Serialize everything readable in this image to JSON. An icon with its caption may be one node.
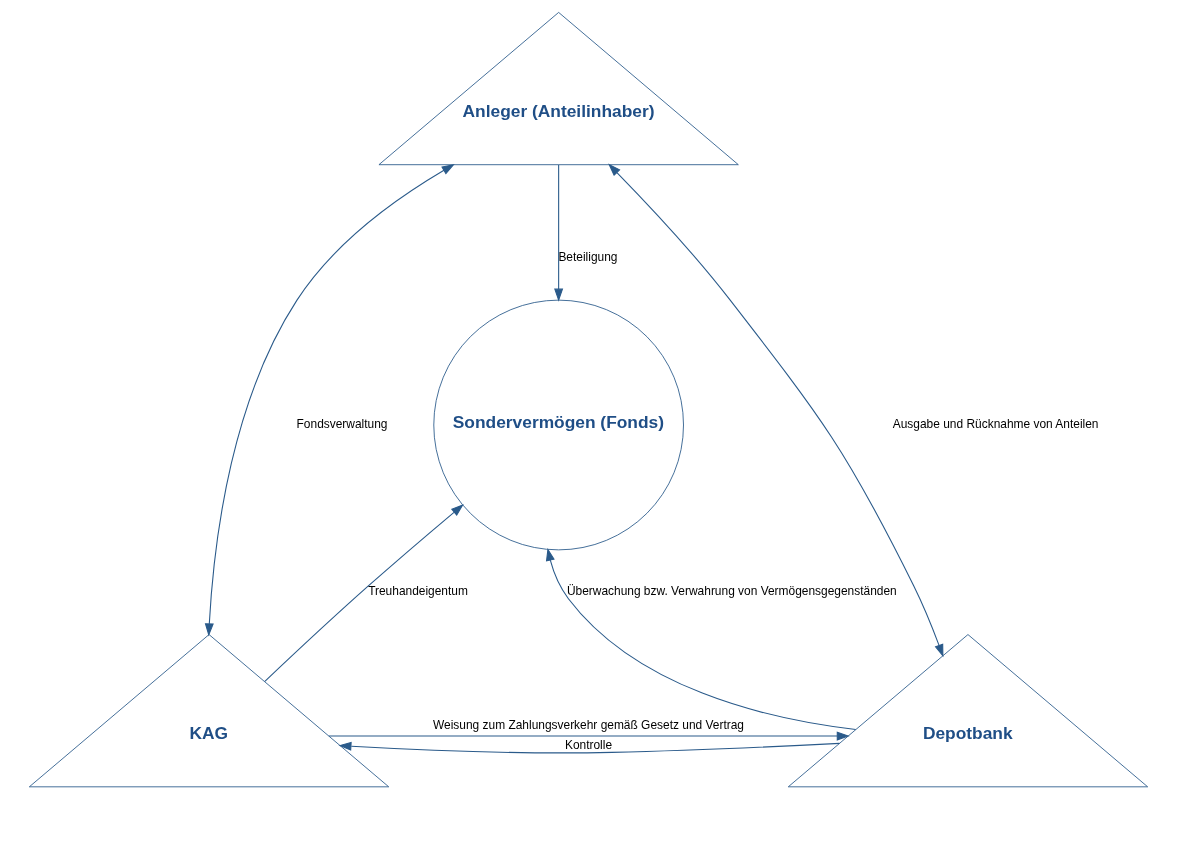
{
  "diagram": {
    "nodes": [
      {
        "text": [
          "Anleger (Anteilinhaber)"
        ]
      },
      {
        "text": [
          "Sondervermögen (Fonds)"
        ]
      },
      {
        "text": [
          "KAG"
        ]
      },
      {
        "text": [
          "Depotbank"
        ]
      }
    ],
    "edges": [
      {
        "from": 0,
        "to": 1,
        "arrow": "to",
        "label": "Beteiligung"
      },
      {
        "from": 2,
        "to": 0,
        "arrow": "both",
        "label": "Fondsverwaltung"
      },
      {
        "from": 0,
        "to": 3,
        "arrow": "both",
        "label": "Ausgabe und Rücknahme von Anteilen"
      },
      {
        "from": 2,
        "to": 1,
        "arrow": "to",
        "label": "Treuhandeigentum"
      },
      {
        "from": 3,
        "to": 1,
        "arrow": "to",
        "label": "Überwachung bzw. Verwahrung von Vermögensgegenständen"
      },
      {
        "from": 2,
        "to": 3,
        "arrow": "to",
        "label": "Weisung zum Zahlungsverkehr gemäß Gesetz und Vertrag"
      },
      {
        "from": 3,
        "to": 2,
        "arrow": "to",
        "label": "Kontrolle"
      }
    ]
  }
}
